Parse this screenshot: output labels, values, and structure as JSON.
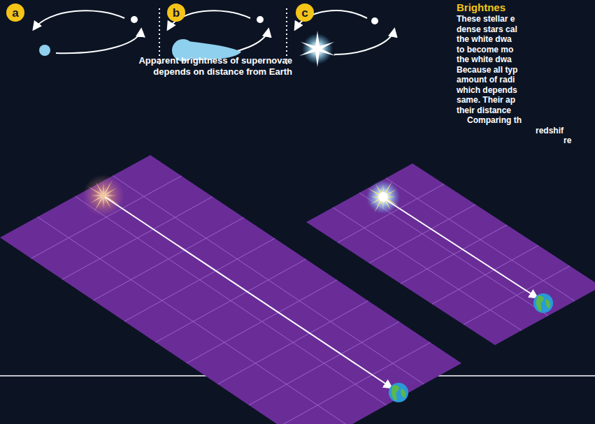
{
  "diagram": {
    "title": "Brightnes",
    "nodes": [
      {
        "text": [
          "a"
        ]
      },
      {
        "text": [
          "b"
        ]
      },
      {
        "text": [
          "c"
        ]
      }
    ],
    "labels": [
      "Apparent brightness of supernovae depends on distance from Earth",
      "These stellar e",
      "dense stars cal",
      "the white dwa",
      "to become mo",
      "the white dwa",
      "Because all typ",
      "amount of radi",
      "which depends",
      "same. Their ap",
      "their distance",
      "Comparing th",
      "redshif",
      "re"
    ]
  }
}
